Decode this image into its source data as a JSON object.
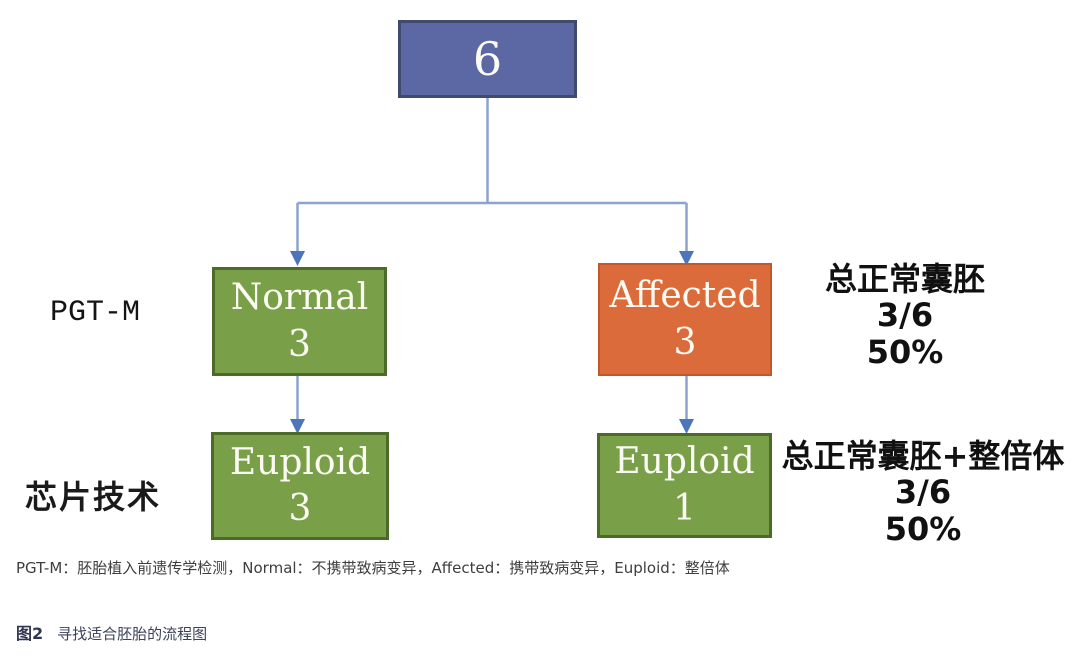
{
  "figure": {
    "root_node": {
      "value": "6"
    },
    "nodes": {
      "normal": {
        "label": "Normal",
        "count": "3"
      },
      "affected": {
        "label": "Affected",
        "count": "3"
      },
      "euploid_left": {
        "label": "Euploid",
        "count": "3"
      },
      "euploid_right": {
        "label": "Euploid",
        "count": "1"
      }
    },
    "stage_labels": {
      "pgt_m": "PGT-M",
      "chip_technology": "芯片技术"
    },
    "annotations": {
      "normal_blastocyst": {
        "title": "总正常囊胚",
        "fraction": "3/6",
        "percent": "50%"
      },
      "normal_euploid": {
        "title": "总正常囊胚+整倍体",
        "fraction": "3/6",
        "percent": "50%"
      }
    },
    "footnote": "PGT-M：胚胎植入前遗传学检测，Normal：不携带致病变异，Affected：携带致病变异，Euploid：整倍体",
    "caption": {
      "label": "图2",
      "text": "寻找适合胚胎的流程图"
    }
  },
  "colors": {
    "root_fill": "#5C68A4",
    "root_border": "#3F4A6D",
    "green_fill": "#79A049",
    "green_border": "#4C6B28",
    "orange_fill": "#DC6B3B",
    "orange_border": "#C2582A",
    "connector_line": "#8BA3CE",
    "arrowhead": "#4E74B9",
    "text_on_node": "#FBFAF3",
    "caption_accent": "#2F3552"
  }
}
